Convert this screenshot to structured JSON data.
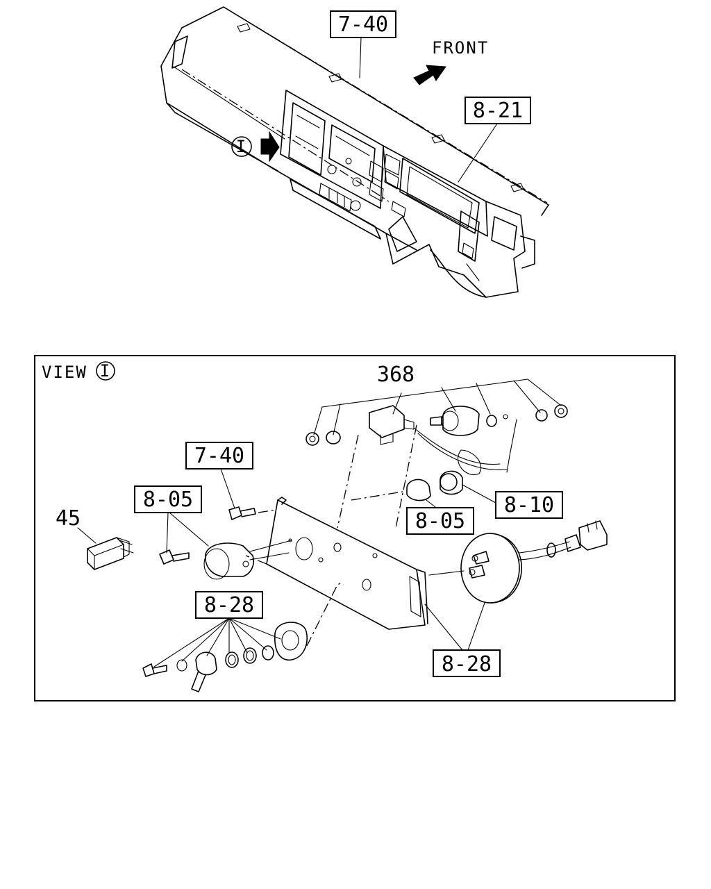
{
  "top_view": {
    "dashboard_callout": "7-40",
    "front_label": "FRONT",
    "cluster_callout": "8-21",
    "view_marker": "I"
  },
  "detail_view": {
    "view_label": "VIEW",
    "view_marker": "I",
    "callouts": {
      "harness": "368",
      "bolt_top": "7-40",
      "screw_left": "8-05",
      "connector": "45",
      "switch_right": "8-10",
      "bulb_mid": "8-05",
      "lighter_kit": "8-28",
      "lighter_right": "8-28"
    }
  }
}
